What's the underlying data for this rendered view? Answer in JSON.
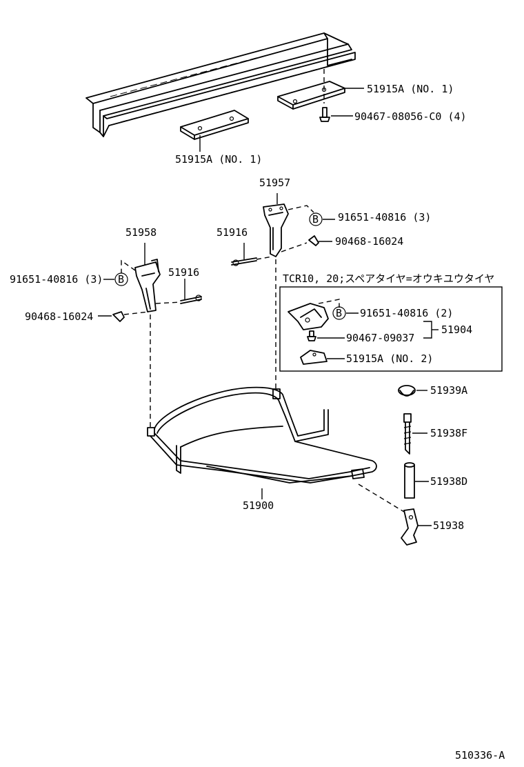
{
  "callouts": {
    "c51915a_top": "51915A (NO. 1)",
    "c90467_08056": "90467-08056-C0 (4)",
    "c51915a_mid": "51915A (NO. 1)",
    "c51957": "51957",
    "c91651_right": "91651-40816 (3)",
    "c51916_right": "51916",
    "c90468_right": "90468-16024",
    "c51958": "51958",
    "c91651_left": "91651-40816 (3)",
    "c51916_left": "51916",
    "c90468_left": "90468-16024",
    "box_title": "TCR10, 20;スペアタイヤ=オウキユウタイヤ",
    "c91651_box": "91651-40816 (2)",
    "c90467_09037": "90467-09037",
    "c51904": "51904",
    "c51915a_box": "51915A (NO. 2)",
    "c51939a": "51939A",
    "c51938f": "51938F",
    "c51900": "51900",
    "c51938d": "51938D",
    "c51938": "51938",
    "b_marker": "B",
    "ref_code": "510336-A"
  }
}
